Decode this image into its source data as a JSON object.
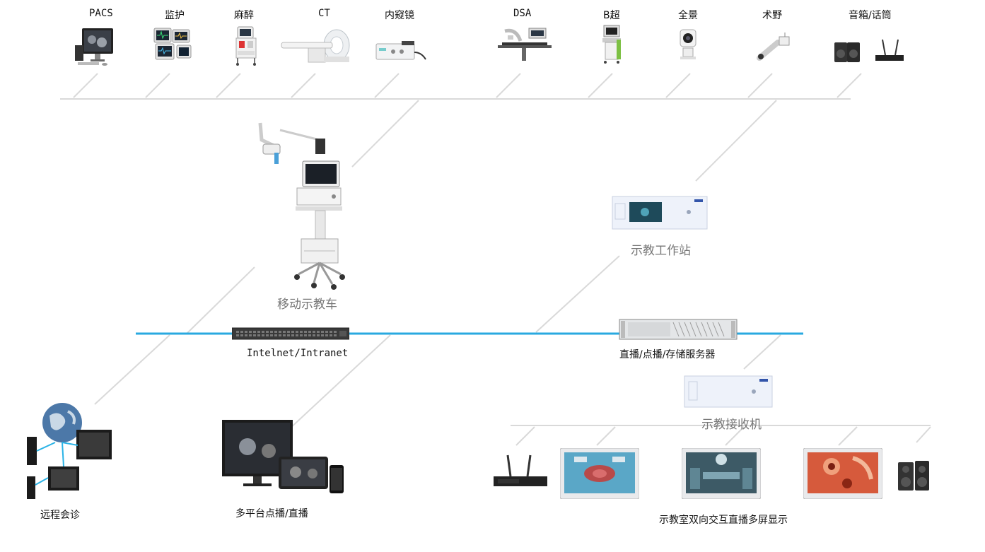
{
  "top_devices": [
    "PACS",
    "监护",
    "麻醉",
    "CT",
    "内窥镜",
    "DSA",
    "B超",
    "全景",
    "术野",
    "音箱/话筒"
  ],
  "nodes": {
    "mobile_cart": "移动示教车",
    "workstation": "示教工作站",
    "network": "Intelnet/Intranet",
    "server": "直播/点播/存储服务器",
    "receiver": "示教接收机",
    "remote": "远程会诊",
    "multiplatform": "多平台点播/直播",
    "classroom": "示教室双向交互直播多屏显示"
  },
  "colors": {
    "line": "#d9d9d9",
    "network_line": "#29a9e0",
    "label_grey": "#777777"
  }
}
